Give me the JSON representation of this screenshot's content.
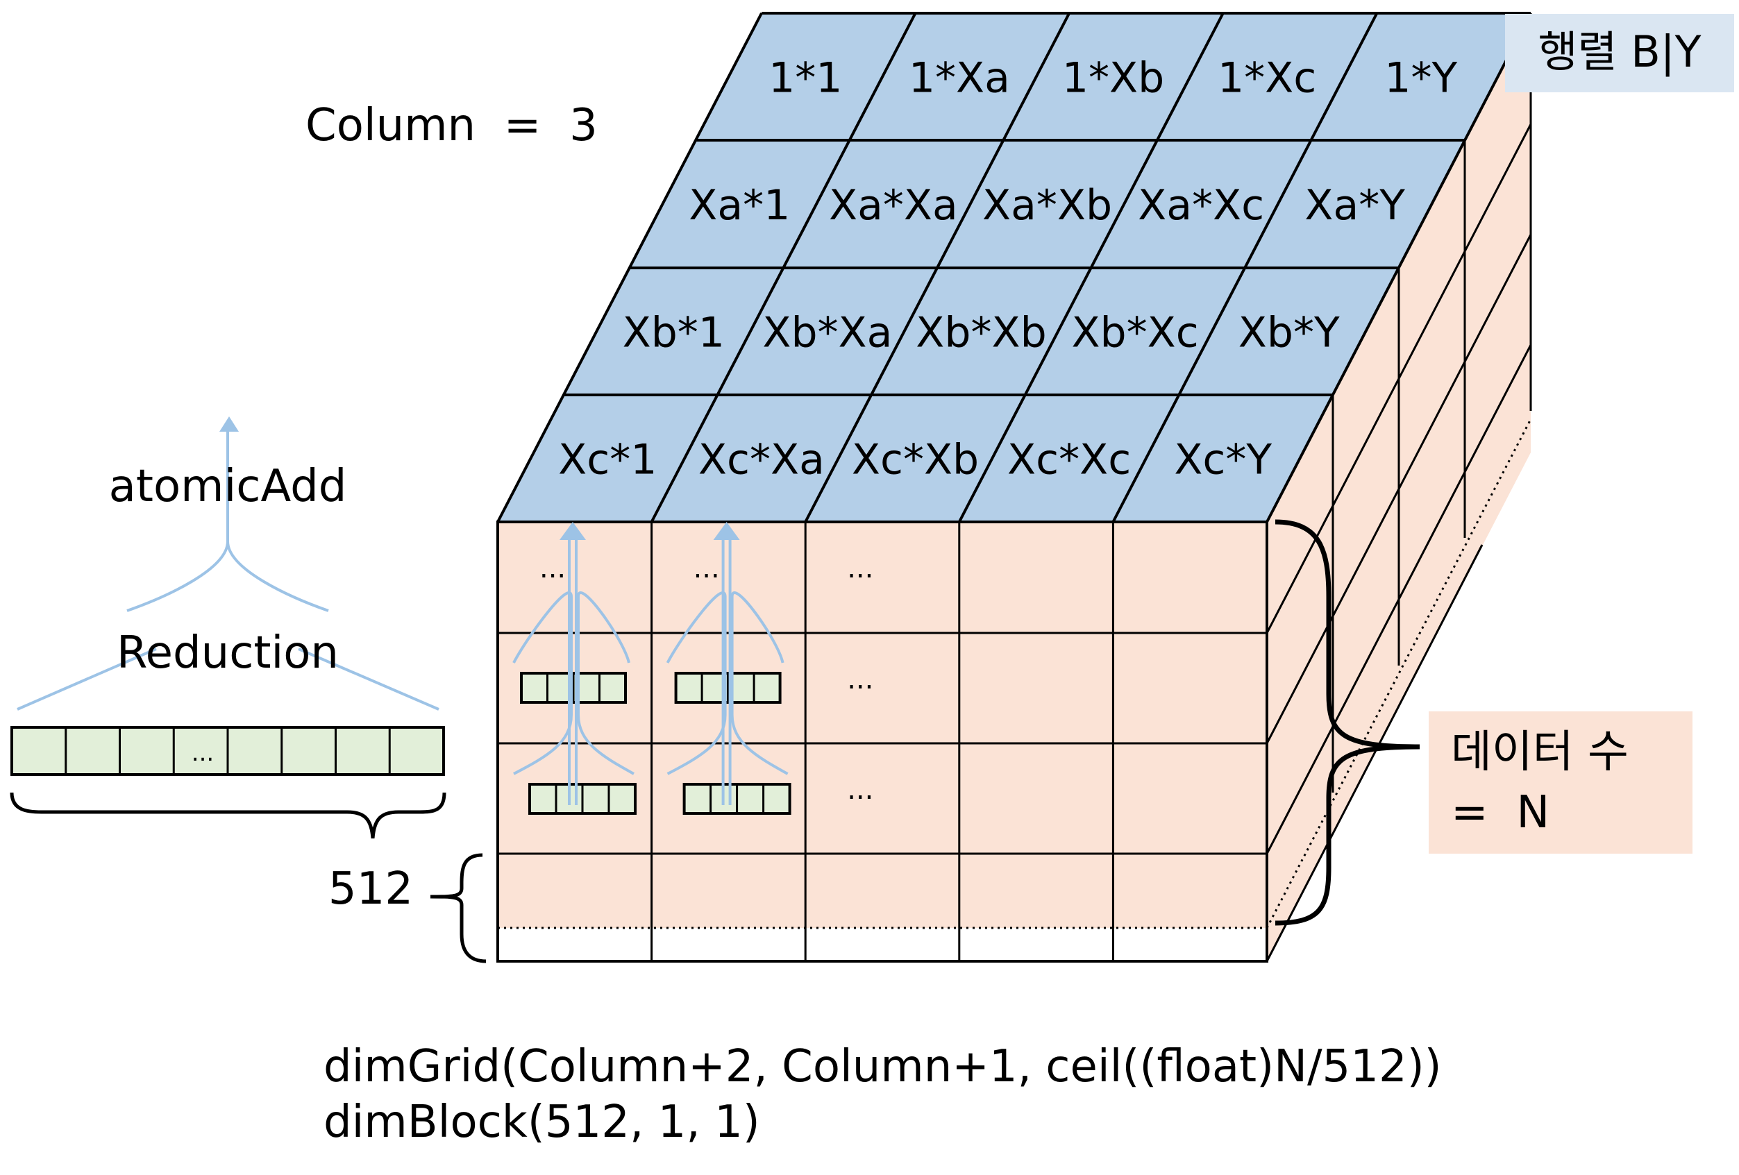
{
  "top_grid": {
    "rows": [
      [
        "1*1",
        "1*Xa",
        "1*Xb",
        "1*Xc",
        "1*Y"
      ],
      [
        "Xa*1",
        "Xa*Xa",
        "Xa*Xb",
        "Xa*Xc",
        "Xa*Y"
      ],
      [
        "Xb*1",
        "Xb*Xa",
        "Xb*Xb",
        "Xb*Xc",
        "Xb*Y"
      ],
      [
        "Xc*1",
        "Xc*Xa",
        "Xc*Xb",
        "Xc*Xc",
        "Xc*Y"
      ]
    ]
  },
  "front_cells": [
    [
      "...",
      "...",
      "..."
    ],
    [
      "",
      "",
      "..."
    ],
    [
      "",
      "",
      "..."
    ]
  ],
  "labels": {
    "matrix_label": "행렬 B|Y",
    "column_label": "Column  =  3",
    "atomic_add": "atomicAdd",
    "reduction": "Reduction",
    "left_array_dots": "...",
    "block_size": "512",
    "data_count_line1": "데이터 수",
    "data_count_line2": "=  N",
    "code_line1": "dimGrid(Column+2, Column+1, ceil((float)N/512))",
    "code_line2": "dimBlock(512, 1, 1)"
  },
  "colors": {
    "top_face": "#b4cfe8",
    "front_face": "#fbe3d6",
    "side_face": "#fbe3d6",
    "matrix_label_bg": "#dae6f2",
    "data_count_bg": "#fbe3d6",
    "array_fill": "#e2efd9",
    "arrow": "#9dc3e6",
    "outline": "#000000"
  }
}
